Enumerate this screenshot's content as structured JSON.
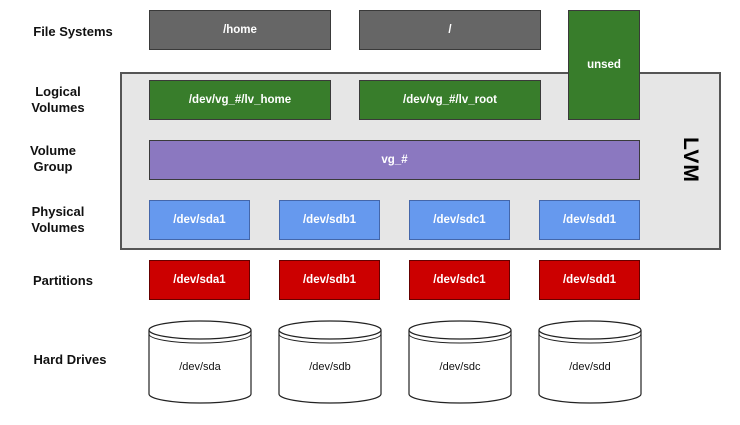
{
  "row_labels": {
    "file_systems": "File Systems",
    "logical_volumes_1": "Logical",
    "logical_volumes_2": "Volumes",
    "volume_group_1": "Volume",
    "volume_group_2": "Group",
    "physical_volumes_1": "Physical",
    "physical_volumes_2": "Volumes",
    "partitions": "Partitions",
    "hard_drives": "Hard Drives"
  },
  "file_systems": [
    "/home",
    "/"
  ],
  "unused": "unsed",
  "logical_volumes": [
    "/dev/vg_#/lv_home",
    "/dev/vg_#/lv_root"
  ],
  "volume_group": "vg_#",
  "lvm_label": "LVM",
  "physical_volumes": [
    "/dev/sda1",
    "/dev/sdb1",
    "/dev/sdc1",
    "/dev/sdd1"
  ],
  "partitions": [
    "/dev/sda1",
    "/dev/sdb1",
    "/dev/sdc1",
    "/dev/sdd1"
  ],
  "hard_drives": [
    "/dev/sda",
    "/dev/sdb",
    "/dev/sdc",
    "/dev/sdd"
  ],
  "colors": {
    "file_system": "#666666",
    "logical_volume": "#387d2b",
    "volume_group": "#8b78c0",
    "physical_volume": "#6699ee",
    "partition": "#cc0000",
    "lvm_background": "#e6e6e6"
  }
}
